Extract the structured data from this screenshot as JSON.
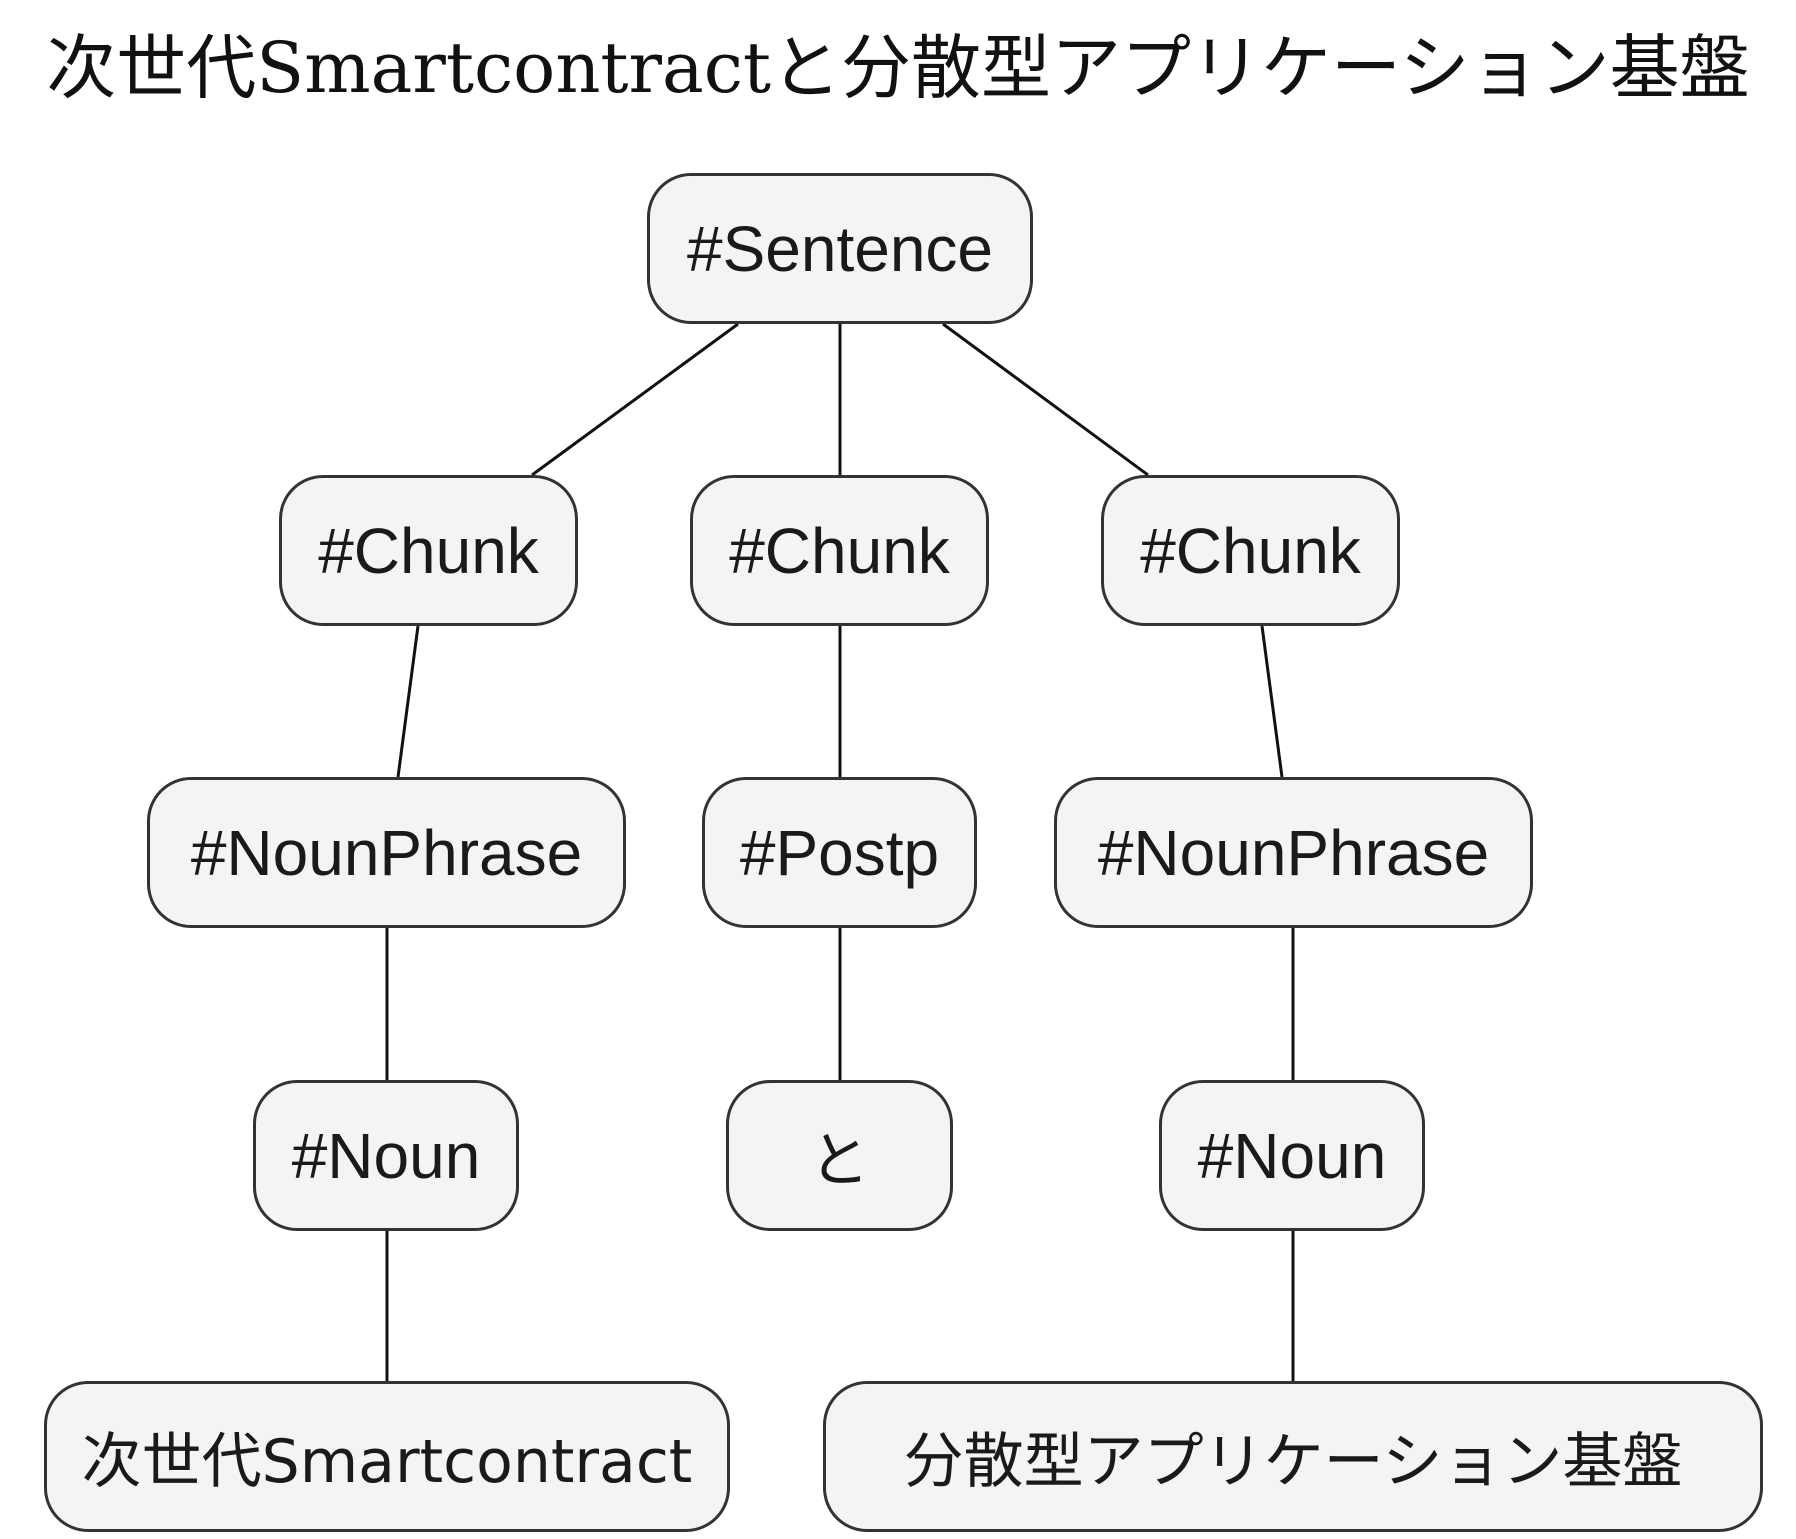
{
  "title": "次世代Smartcontractと分散型アプリケーション基盤",
  "nodes": {
    "sentence": "#Sentence",
    "chunk1": "#Chunk",
    "chunk2": "#Chunk",
    "chunk3": "#Chunk",
    "noun_phrase1": "#NounPhrase",
    "postp": "#Postp",
    "noun_phrase2": "#NounPhrase",
    "noun1": "#Noun",
    "to": "と",
    "noun2": "#Noun",
    "leaf1": "次世代Smartcontract",
    "leaf2": "分散型アプリケーション基盤"
  },
  "edges": [
    [
      "sentence",
      "chunk1"
    ],
    [
      "sentence",
      "chunk2"
    ],
    [
      "sentence",
      "chunk3"
    ],
    [
      "chunk1",
      "noun_phrase1"
    ],
    [
      "chunk2",
      "postp"
    ],
    [
      "chunk3",
      "noun_phrase2"
    ],
    [
      "noun_phrase1",
      "noun1"
    ],
    [
      "postp",
      "to"
    ],
    [
      "noun_phrase2",
      "noun2"
    ],
    [
      "noun1",
      "leaf1"
    ],
    [
      "noun2",
      "leaf2"
    ]
  ],
  "colors": {
    "node_fill": "#f4f4f4",
    "node_border": "#333333",
    "edge": "#111111",
    "text": "#1a1a1a"
  }
}
